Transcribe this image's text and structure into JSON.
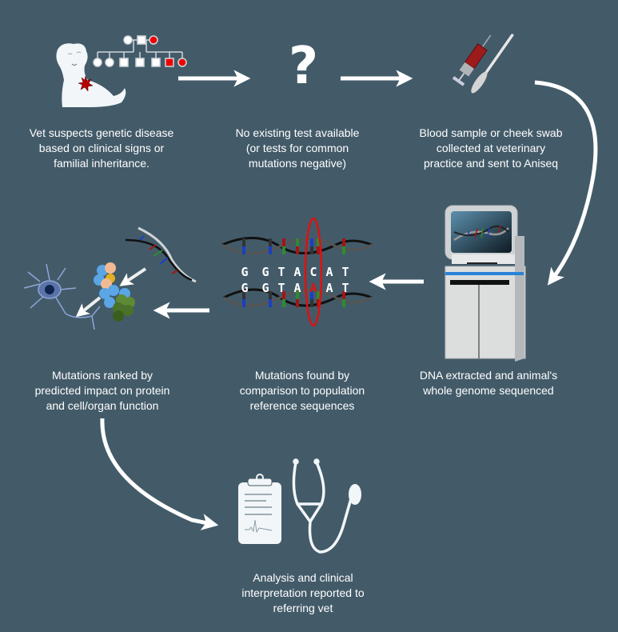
{
  "steps": [
    {
      "id": "suspect",
      "lines": [
        "Vet suspects genetic disease",
        "based on clinical signs or",
        "familial inheritance."
      ]
    },
    {
      "id": "no-test",
      "lines": [
        "No existing test available",
        "(or tests for common",
        "mutations negative)"
      ]
    },
    {
      "id": "sample",
      "lines": [
        "Blood sample or cheek swab",
        "collected at veterinary",
        "practice and sent to Aniseq"
      ]
    },
    {
      "id": "sequence",
      "lines": [
        "DNA extracted and animal's",
        "whole genome sequenced"
      ]
    },
    {
      "id": "compare",
      "lines": [
        "Mutations found by",
        "comparison to population",
        "reference sequences"
      ]
    },
    {
      "id": "rank",
      "lines": [
        "Mutations ranked by",
        "predicted impact on protein",
        "and cell/organ function"
      ]
    },
    {
      "id": "report",
      "lines": [
        "Analysis and clinical",
        "interpretation reported to",
        "referring vet"
      ]
    }
  ],
  "question_mark": "?",
  "sequence_alignment": {
    "reference": [
      "G",
      "G",
      "T",
      "A",
      "C",
      "A",
      "T"
    ],
    "sample": [
      "G",
      "G",
      "T",
      "A",
      "A",
      "A",
      "T"
    ],
    "mutation_index": 4
  },
  "colors": {
    "background": "#435b69",
    "arrow": "#ffffff",
    "highlight": "#e01010",
    "base_red": "#a31515",
    "base_green": "#2f8a2f",
    "base_blue": "#1a3fc4",
    "base_dark": "#333333"
  },
  "icons": [
    "dog-icon",
    "pedigree-icon",
    "question-icon",
    "syringe-icon",
    "swab-icon",
    "sequencer-icon",
    "dna-alignment-icon",
    "dna-helix-icon",
    "protein-icon",
    "neuron-icon",
    "clipboard-icon",
    "stethoscope-icon"
  ]
}
